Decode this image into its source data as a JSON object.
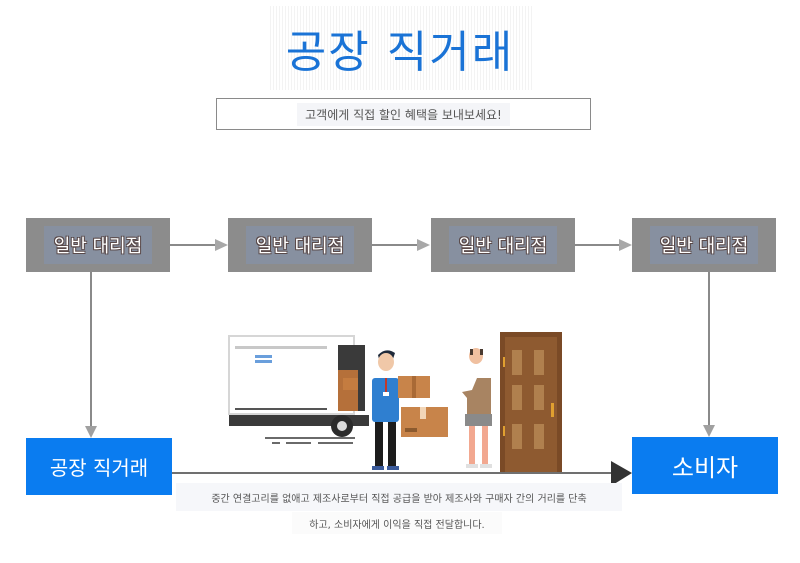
{
  "header": {
    "title": "공장 직거래",
    "subtitle": "고객에게 직접 할인 혜택을 보내보세요!"
  },
  "flow": {
    "dealers": [
      {
        "label": "일반 대리점"
      },
      {
        "label": "일반 대리점"
      },
      {
        "label": "일반 대리점"
      },
      {
        "label": "일반 대리점"
      }
    ],
    "factory_direct": {
      "label": "공장 직거래"
    },
    "consumer": {
      "label": "소비자"
    }
  },
  "description": {
    "line1": "중간 연결고리를 없애고 제조사로부터 직접 공급을 받아 제조사와 구매자 간의 거리를 단축",
    "line2": "하고, 소비자에게 이익을 직접 전달합니다."
  },
  "illustration": {
    "name": "delivery-scene-icon"
  },
  "colors": {
    "title": "#1a73d6",
    "blue_box": "#0a7cf0",
    "dealer_box": "#8c8c8c",
    "arrow_gray": "#a0a0a0",
    "arrow_dark": "#333333"
  }
}
